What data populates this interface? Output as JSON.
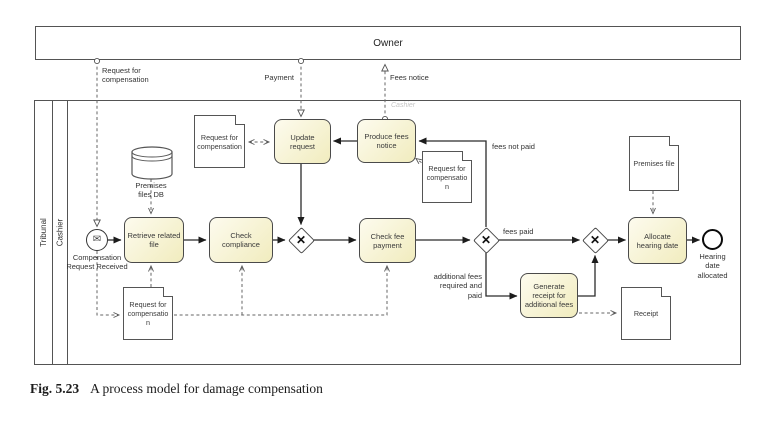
{
  "caption": {
    "fig_label": "Fig. 5.23",
    "title": "A process model for damage compensation"
  },
  "pools": {
    "owner": {
      "label": "Owner"
    },
    "tribunal": {
      "label": "Tribunal",
      "lane": "Cashier",
      "watermark": "Cashier"
    }
  },
  "events": {
    "start": {
      "label": "Compensation Request Received",
      "icon": "message-envelope",
      "icon_glyph": "✉"
    },
    "end": {
      "label": "Hearing date allocated"
    }
  },
  "tasks": {
    "retrieve_file": {
      "label": "Retrieve related file"
    },
    "check_compliance": {
      "label": "Check compliance"
    },
    "update_request": {
      "label": "Update request"
    },
    "produce_fees_notice": {
      "label": "Produce fees notice"
    },
    "check_fee_payment": {
      "label": "Check fee payment"
    },
    "generate_receipt": {
      "label": "Generate receipt for additional fees"
    },
    "allocate_hearing": {
      "label": "Allocate hearing date"
    }
  },
  "gateways": {
    "type": "exclusive",
    "marker": "✕"
  },
  "data_objects": {
    "req_comp_top": {
      "label": "Request for compensation"
    },
    "req_comp_mid": {
      "label": "Request for compensation"
    },
    "req_comp_bottom": {
      "label": "Request for compensation"
    },
    "premises_file": {
      "label": "Premises file"
    },
    "receipt": {
      "label": "Receipt"
    }
  },
  "data_store": {
    "label": "Premises files DB"
  },
  "message_flows": {
    "request_for_compensation": {
      "label": "Request for compensation"
    },
    "payment": {
      "label": "Payment"
    },
    "fees_notice": {
      "label": "Fees notice"
    }
  },
  "flow_labels": {
    "fees_not_paid": "fees not paid",
    "fees_paid": "fees paid",
    "additional_fees": "additional fees required and paid"
  },
  "colors": {
    "task_fill": "#f1ecbe",
    "task_fill_light": "#fdfbee",
    "task_border": "#4a4a4a",
    "pool_border": "#545454",
    "line": "#2b2b2b",
    "dashed_line": "#666666",
    "watermark": "#c5c5c5"
  }
}
